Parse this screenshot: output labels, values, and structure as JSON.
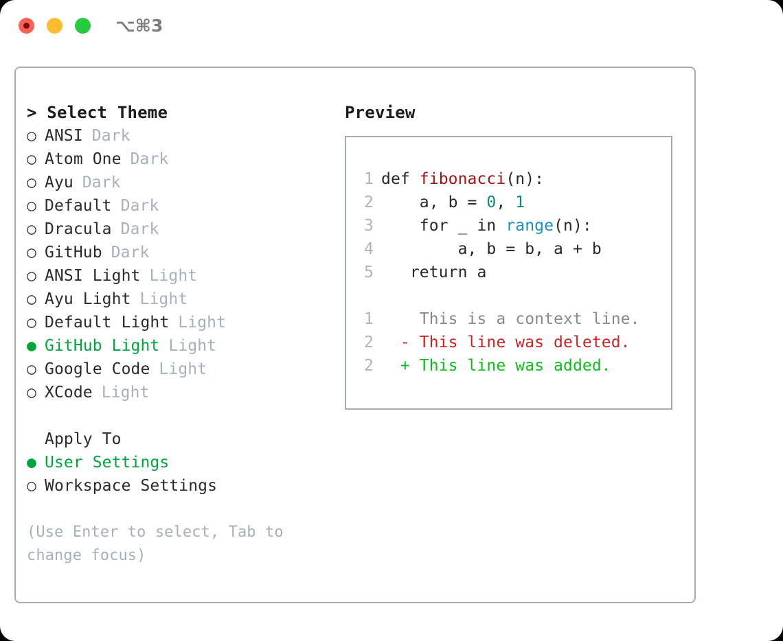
{
  "window": {
    "shortcut": "⌥⌘3",
    "traffic_lights": [
      {
        "name": "close",
        "color": "#ff5f57"
      },
      {
        "name": "minimize",
        "color": "#febc2e"
      },
      {
        "name": "zoom",
        "color": "#27c93f"
      }
    ]
  },
  "theme_panel": {
    "title": "> Select Theme",
    "items": [
      {
        "bullet": "○",
        "name": "ANSI",
        "tag": "Dark",
        "selected": false
      },
      {
        "bullet": "○",
        "name": "Atom One",
        "tag": "Dark",
        "selected": false
      },
      {
        "bullet": "○",
        "name": "Ayu",
        "tag": "Dark",
        "selected": false
      },
      {
        "bullet": "○",
        "name": "Default",
        "tag": "Dark",
        "selected": false
      },
      {
        "bullet": "○",
        "name": "Dracula",
        "tag": "Dark",
        "selected": false
      },
      {
        "bullet": "○",
        "name": "GitHub",
        "tag": "Dark",
        "selected": false
      },
      {
        "bullet": "○",
        "name": "ANSI Light",
        "tag": "Light",
        "selected": false
      },
      {
        "bullet": "○",
        "name": "Ayu Light",
        "tag": "Light",
        "selected": false
      },
      {
        "bullet": "○",
        "name": "Default Light",
        "tag": "Light",
        "selected": false
      },
      {
        "bullet": "●",
        "name": "GitHub Light",
        "tag": "Light",
        "selected": true
      },
      {
        "bullet": "○",
        "name": "Google Code",
        "tag": "Light",
        "selected": false
      },
      {
        "bullet": "○",
        "name": "XCode",
        "tag": "Light",
        "selected": false
      }
    ]
  },
  "apply_to": {
    "heading": "Apply To",
    "options": [
      {
        "bullet": "●",
        "label": "User Settings",
        "selected": true
      },
      {
        "bullet": "○",
        "label": "Workspace Settings",
        "selected": false
      }
    ]
  },
  "hint": "(Use Enter to select, Tab to change focus)",
  "preview": {
    "title": "Preview",
    "code_lines": [
      {
        "no": "1",
        "segments": [
          {
            "text": "def ",
            "kind": "plain"
          },
          {
            "text": "fibonacci",
            "kind": "func"
          },
          {
            "text": "(n):",
            "kind": "plain"
          }
        ]
      },
      {
        "no": "2",
        "segments": [
          {
            "text": "    a, b = ",
            "kind": "plain"
          },
          {
            "text": "0",
            "kind": "num"
          },
          {
            "text": ", ",
            "kind": "plain"
          },
          {
            "text": "1",
            "kind": "num"
          }
        ]
      },
      {
        "no": "3",
        "segments": [
          {
            "text": "    for _ in ",
            "kind": "plain"
          },
          {
            "text": "range",
            "kind": "fn"
          },
          {
            "text": "(n):",
            "kind": "plain"
          }
        ]
      },
      {
        "no": "4",
        "segments": [
          {
            "text": "        a, b = b, a + b",
            "kind": "plain"
          }
        ]
      },
      {
        "no": "5",
        "segments": [
          {
            "text": "   return a",
            "kind": "plain"
          }
        ]
      }
    ],
    "diff_lines": [
      {
        "no": "1",
        "marker": " ",
        "text": " This is a context line.",
        "kind": "context"
      },
      {
        "no": "2",
        "marker": "-",
        "text": " This line was deleted.",
        "kind": "deleted"
      },
      {
        "no": "2",
        "marker": "+",
        "text": " This line was added.",
        "kind": "added"
      }
    ]
  },
  "colors": {
    "border": "#a3acbb",
    "selected_green": "#00a63c",
    "tag_gray": "#a6b0bf",
    "lineno_gray": "#aab4c2",
    "syntax_func": "#a31515",
    "syntax_number": "#0d8a80",
    "syntax_builtin": "#1a90bd",
    "diff_context": "#8a8a8a",
    "diff_deleted": "#cf2222",
    "diff_added": "#0bbf1b"
  }
}
